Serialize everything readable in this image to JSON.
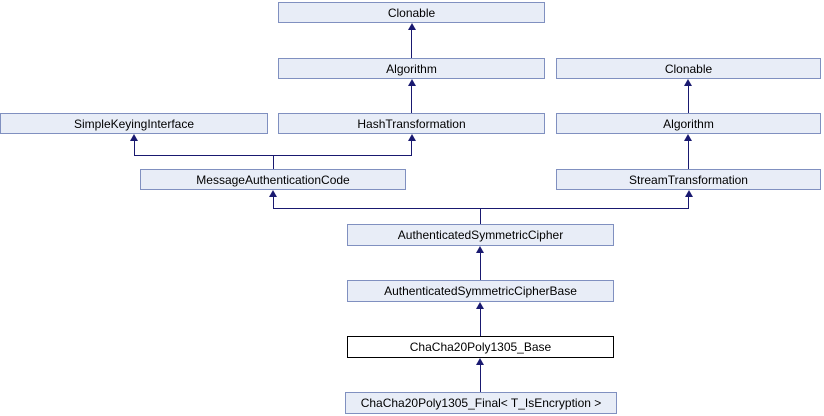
{
  "diagram": {
    "kind": "class-inheritance-graph",
    "colors": {
      "node_fill": "#E8EDF7",
      "node_border": "#8090C0",
      "current_node_fill": "#FFFFFF",
      "current_node_border": "#000000",
      "edge": "#191970",
      "background": "#FFFFFF",
      "text": "#000000"
    },
    "nodes": [
      {
        "label": "Clonable",
        "current": false
      },
      {
        "label": "Algorithm",
        "current": false
      },
      {
        "label": "Clonable",
        "current": false
      },
      {
        "label": "SimpleKeyingInterface",
        "current": false
      },
      {
        "label": "HashTransformation",
        "current": false
      },
      {
        "label": "Algorithm",
        "current": false
      },
      {
        "label": "MessageAuthenticationCode",
        "current": false
      },
      {
        "label": "StreamTransformation",
        "current": false
      },
      {
        "label": "AuthenticatedSymmetricCipher",
        "current": false
      },
      {
        "label": "AuthenticatedSymmetricCipherBase",
        "current": false
      },
      {
        "label": "ChaCha20Poly1305_Base",
        "current": true
      },
      {
        "label": "ChaCha20Poly1305_Final< T_IsEncryption >",
        "current": false
      }
    ],
    "edges": [
      {
        "from": "Algorithm",
        "to": "Clonable",
        "column": "left"
      },
      {
        "from": "HashTransformation",
        "to": "Algorithm",
        "column": "left"
      },
      {
        "from": "MessageAuthenticationCode",
        "to": "SimpleKeyingInterface"
      },
      {
        "from": "MessageAuthenticationCode",
        "to": "HashTransformation"
      },
      {
        "from": "Algorithm",
        "to": "Clonable",
        "column": "right"
      },
      {
        "from": "StreamTransformation",
        "to": "Algorithm",
        "column": "right"
      },
      {
        "from": "AuthenticatedSymmetricCipher",
        "to": "MessageAuthenticationCode"
      },
      {
        "from": "AuthenticatedSymmetricCipher",
        "to": "StreamTransformation"
      },
      {
        "from": "AuthenticatedSymmetricCipherBase",
        "to": "AuthenticatedSymmetricCipher"
      },
      {
        "from": "ChaCha20Poly1305_Base",
        "to": "AuthenticatedSymmetricCipherBase"
      },
      {
        "from": "ChaCha20Poly1305_Final< T_IsEncryption >",
        "to": "ChaCha20Poly1305_Base"
      }
    ]
  }
}
